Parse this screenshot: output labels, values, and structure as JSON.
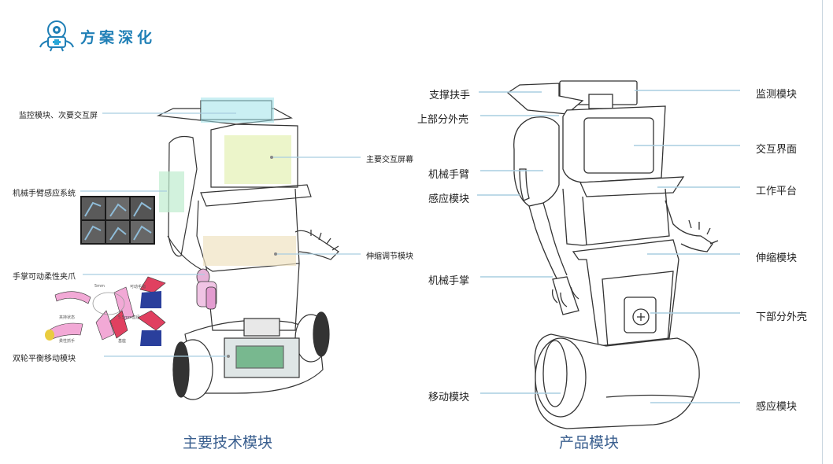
{
  "header": {
    "title": "方案深化",
    "logo_icon": "robot-logo-icon"
  },
  "colors": {
    "accent": "#1f7fb6",
    "leader_line": "#a9cde0",
    "caption": "#3a5f8f",
    "highlight_blue": "#9fe1ea",
    "highlight_green": "#e6f2b8",
    "highlight_tan": "#efe2c2",
    "highlight_mint": "#bfeccf"
  },
  "left_panel": {
    "caption": "主要技术模块",
    "labels": {
      "monitor_screen": "监控模块、次要交互屏",
      "main_screen": "主要交互屏幕",
      "arm_sensor": "机械手臂感应系统",
      "telescopic": "伸缩调节模块",
      "gripper": "手掌可动柔性夹爪",
      "wheels": "双轮平衡移动模块"
    },
    "gripper_annotations": [
      "5mm",
      "可动手指",
      "夹持状态",
      "柔性抓手",
      "基座",
      "5.5mm直径"
    ]
  },
  "right_panel": {
    "caption": "产品模块",
    "labels": {
      "support_handle": "支撑扶手",
      "upper_shell": "上部分外壳",
      "robot_arm": "机械手臂",
      "sensor_left": "感应模块",
      "robot_hand": "机械手掌",
      "mobile": "移动模块",
      "monitor": "监测模块",
      "interface": "交互界面",
      "workbench": "工作平台",
      "telescopic": "伸缩模块",
      "lower_shell": "下部分外壳",
      "sensor_right": "感应模块"
    }
  }
}
